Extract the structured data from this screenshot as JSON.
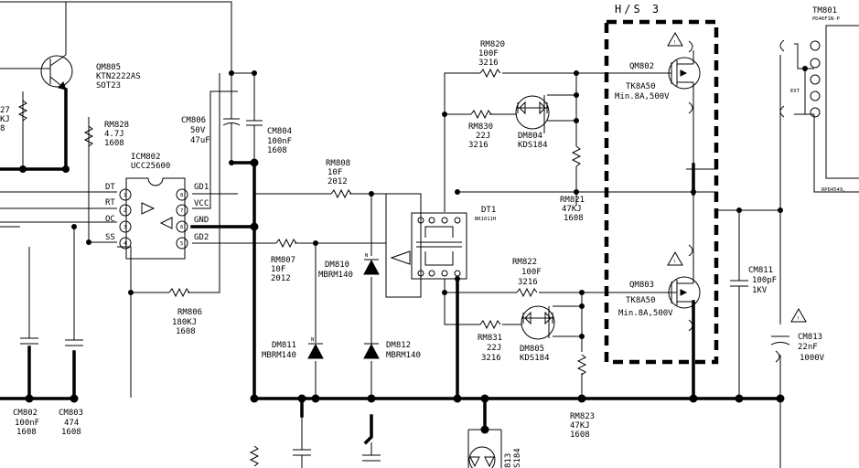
{
  "heatsink": {
    "label": "H/S 3"
  },
  "transformer": {
    "ref": "TM801",
    "part": "PD46F1N-P",
    "part2": "RPD4549,"
  },
  "ic": {
    "ref": "ICM802",
    "part": "UCC25600",
    "pins_left": [
      {
        "name": "DT",
        "num": "1"
      },
      {
        "name": "RT",
        "num": "2"
      },
      {
        "name": "OC",
        "num": "3"
      },
      {
        "name": "SS",
        "num": "4"
      }
    ],
    "pins_right": [
      {
        "name": "GD1",
        "num": "8"
      },
      {
        "name": "VCC",
        "num": "7"
      },
      {
        "name": "GND",
        "num": "6"
      },
      {
        "name": "GD2",
        "num": "5"
      }
    ]
  },
  "transistor": {
    "ref": "QM805",
    "part": "KTN2222AS",
    "pkg": "SOT23"
  },
  "resistors": {
    "rm828": {
      "ref": "RM828",
      "value": "4.7J",
      "size": "1608"
    },
    "rm827_partial": {
      "line1": "27",
      "line2": "KJ",
      "line3": "8"
    },
    "rm820": {
      "ref": "RM820",
      "value": "100F",
      "size": "3216"
    },
    "rm830": {
      "ref": "RM830",
      "value": "22J",
      "size": "3216"
    },
    "rm821": {
      "ref": "RM821",
      "value": "47KJ",
      "size": "1608"
    },
    "rm808": {
      "ref": "RM808",
      "value": "10F",
      "size": "2012"
    },
    "rm807": {
      "ref": "RM807",
      "value": "10F",
      "size": "2012"
    },
    "rm806": {
      "ref": "RM806",
      "value": "180KJ",
      "size": "1608"
    },
    "rm822": {
      "ref": "RM822",
      "value": "100F",
      "size": "3216"
    },
    "rm831": {
      "ref": "RM831",
      "value": "22J",
      "size": "3216"
    },
    "rm823": {
      "ref": "RM823",
      "value": "47KJ",
      "size": "1608"
    }
  },
  "capacitors": {
    "cm806": {
      "ref": "CM806",
      "voltage": "50V",
      "value": "47uF"
    },
    "cm804": {
      "ref": "CM804",
      "value": "100nF",
      "size": "1608"
    },
    "cm802": {
      "ref": "CM802",
      "value": "100nF",
      "size": "1608"
    },
    "cm803": {
      "ref": "CM803",
      "value": "474",
      "size": "1608"
    },
    "cm811": {
      "ref": "CM811",
      "value": "100pF",
      "voltage": "1KV"
    },
    "cm813": {
      "ref": "CM813",
      "value": "22nF",
      "voltage": "1000V"
    }
  },
  "diodes": {
    "dm804": {
      "ref": "DM804",
      "part": "KDS184"
    },
    "dm805": {
      "ref": "DM805",
      "part": "KDS184"
    },
    "dm810": {
      "ref": "DM810",
      "part": "MBRM140"
    },
    "dm811": {
      "ref": "DM811",
      "part": "MBRM140"
    },
    "dm812": {
      "ref": "DM812",
      "part": "MBRM140"
    },
    "dm813_partial": {
      "line1": "813",
      "line2": "S184"
    }
  },
  "mosfets": {
    "qm802": {
      "ref": "QM802",
      "part": "TK8A50",
      "rating": "Min.8A,500V"
    },
    "qm803": {
      "ref": "QM803",
      "part": "TK8A50",
      "rating": "Min.8A,500V"
    }
  },
  "gate_transformer": {
    "ref": "DT1",
    "part": "BR1011H"
  },
  "marks": {
    "warning": "!",
    "ext": "EXT",
    "n": "N"
  }
}
